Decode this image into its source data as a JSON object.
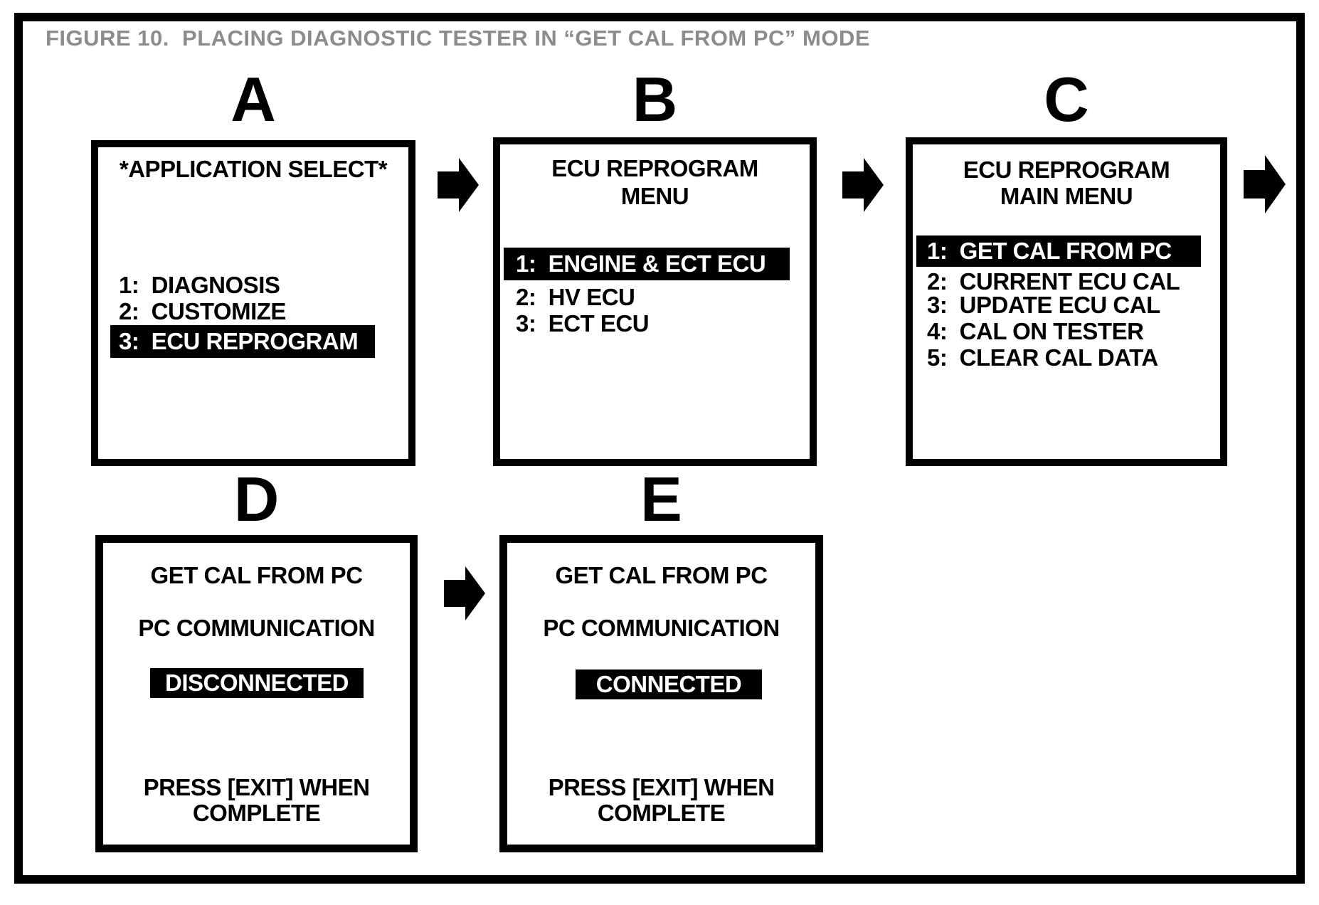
{
  "figure_title": "FIGURE 10.  PLACING DIAGNOSTIC TESTER IN “GET CAL FROM PC” MODE",
  "colors": {
    "ink": "#000000",
    "title_gray": "#8c8c8c",
    "screen_bg": "#ffffff",
    "highlight_bg": "#000000",
    "highlight_text": "#ffffff"
  },
  "arrows": [
    {
      "icon": "right-block-arrow",
      "from": "A",
      "to": "B"
    },
    {
      "icon": "right-block-arrow",
      "from": "B",
      "to": "C"
    },
    {
      "icon": "right-block-arrow",
      "from": "C",
      "to": "next-row"
    },
    {
      "icon": "right-block-arrow",
      "from": "D",
      "to": "E"
    }
  ],
  "screens": {
    "a": {
      "label": "A",
      "title": "*APPLICATION SELECT*",
      "items": [
        {
          "text": "1:  DIAGNOSIS",
          "highlighted": false
        },
        {
          "text": "2:  CUSTOMIZE",
          "highlighted": false
        },
        {
          "text": "3:  ECU REPROGRAM",
          "highlighted": true
        }
      ]
    },
    "b": {
      "label": "B",
      "title_line1": "ECU REPROGRAM",
      "title_line2": "MENU",
      "items": [
        {
          "text": "1:  ENGINE & ECT ECU",
          "highlighted": true
        },
        {
          "text": "2:  HV ECU",
          "highlighted": false
        },
        {
          "text": "3:  ECT ECU",
          "highlighted": false
        }
      ]
    },
    "c": {
      "label": "C",
      "title_line1": "ECU REPROGRAM",
      "title_line2": "MAIN MENU",
      "items": [
        {
          "text": "1:  GET CAL FROM PC",
          "highlighted": true
        },
        {
          "text": "2:  CURRENT ECU CAL",
          "highlighted": false
        },
        {
          "text": "3:  UPDATE ECU CAL",
          "highlighted": false
        },
        {
          "text": "4:  CAL ON TESTER",
          "highlighted": false
        },
        {
          "text": "5:  CLEAR CAL DATA",
          "highlighted": false
        }
      ]
    },
    "d": {
      "label": "D",
      "line1": "GET CAL FROM PC",
      "line2": "PC COMMUNICATION",
      "status": "DISCONNECTED",
      "status_highlighted": true,
      "footer_line1": "PRESS [EXIT] WHEN",
      "footer_line2": "COMPLETE"
    },
    "e": {
      "label": "E",
      "line1": "GET CAL FROM PC",
      "line2": "PC COMMUNICATION",
      "status": "CONNECTED",
      "status_highlighted": true,
      "footer_line1": "PRESS [EXIT] WHEN",
      "footer_line2": "COMPLETE"
    }
  }
}
